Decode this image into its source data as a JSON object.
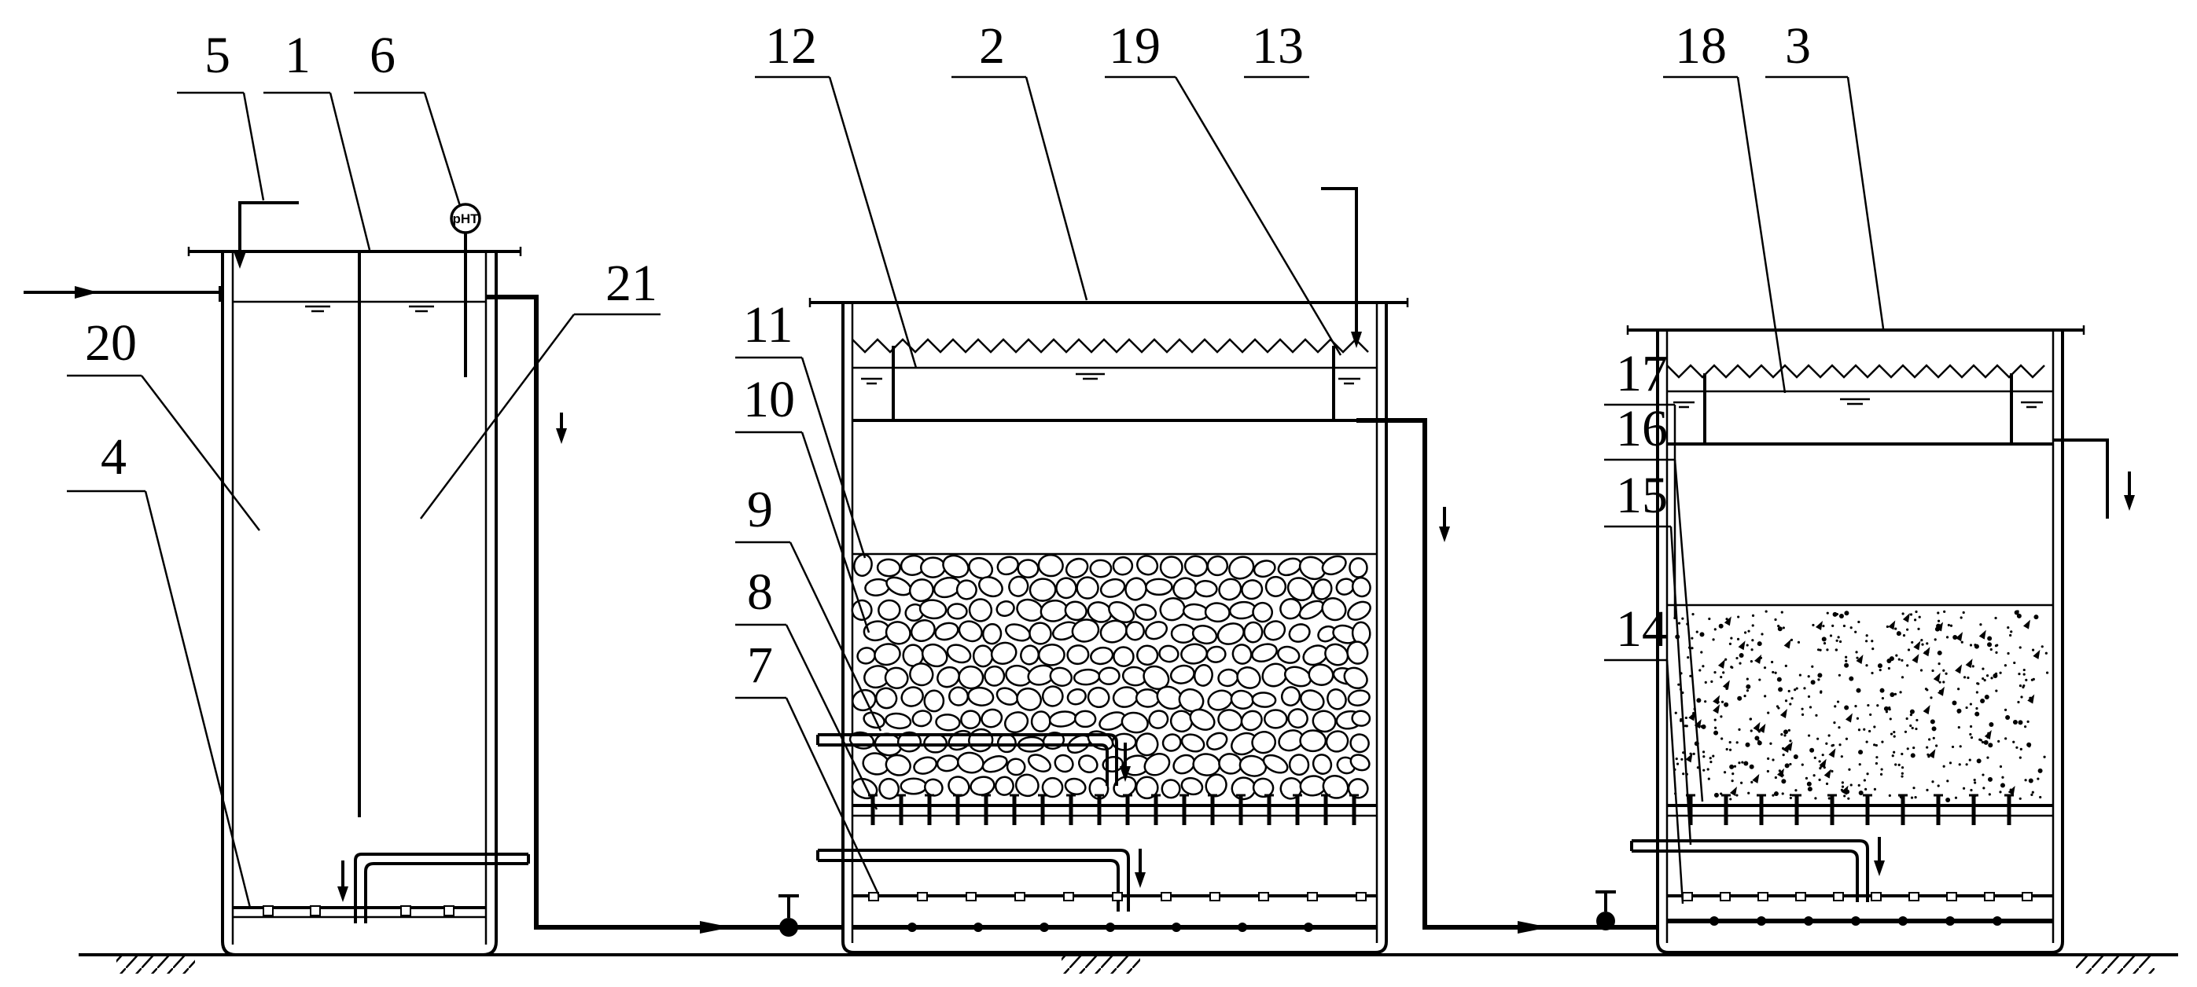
{
  "labels": {
    "n1": "1",
    "n2": "2",
    "n3": "3",
    "n4": "4",
    "n5": "5",
    "n6": "6",
    "n7": "7",
    "n8": "8",
    "n9": "9",
    "n10": "10",
    "n11": "11",
    "n12": "12",
    "n13": "13",
    "n14": "14",
    "n15": "15",
    "n16": "16",
    "n17": "17",
    "n18": "18",
    "n19": "19",
    "n20": "20",
    "n21": "21"
  },
  "sensor": {
    "text": "pHT"
  }
}
